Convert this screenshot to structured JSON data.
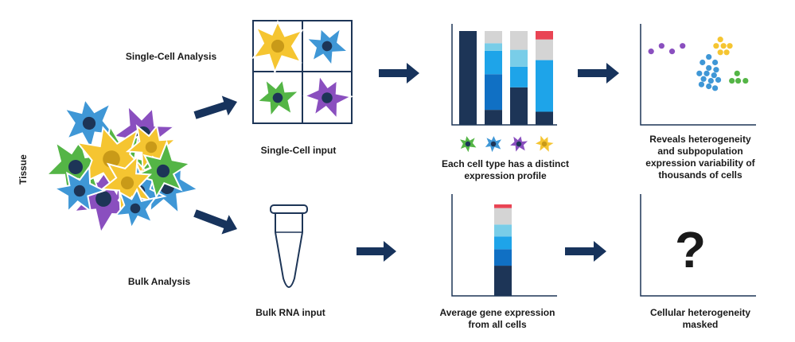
{
  "labels": {
    "tissue": "Tissue",
    "single_cell_analysis": "Single-Cell Analysis",
    "bulk_analysis": "Bulk Analysis",
    "single_cell_input": "Single-Cell input",
    "bulk_rna_input": "Bulk RNA input",
    "sc_profile_line1": "Each cell type has a distinct",
    "sc_profile_line2": "expression profile",
    "sc_result_line1": "Reveals heterogeneity",
    "sc_result_line2": "and subpopulation",
    "sc_result_line3": "expression variability of",
    "sc_result_line4": "thousands of cells",
    "bulk_profile_line1": "Average gene expression",
    "bulk_profile_line2": "from all cells",
    "bulk_result_line1": "Cellular heterogeneity",
    "bulk_result_line2": "masked",
    "question_mark": "?"
  },
  "colors": {
    "navy": "#1d3557",
    "arrow": "#17335c",
    "yellow": "#f5c531",
    "blue": "#3f97d6",
    "green": "#54b546",
    "purple": "#8a4fbf",
    "light_grey": "#d4d4d4",
    "light_blue": "#79cde8",
    "mid_blue": "#1ea4e9",
    "royal_blue": "#1070c4",
    "red": "#e94454"
  },
  "cell_types": [
    "green",
    "blue",
    "purple",
    "yellow"
  ],
  "chart_data": [
    {
      "type": "bar",
      "name_hint": "single-cell stacked bars",
      "categories": [
        "green",
        "blue",
        "purple",
        "yellow"
      ],
      "series": [
        {
          "color": "navy",
          "values": [
            100,
            16,
            40,
            14
          ]
        },
        {
          "color": "royal_blue",
          "values": [
            0,
            38,
            0,
            0
          ]
        },
        {
          "color": "mid_blue",
          "values": [
            0,
            25,
            22,
            55
          ]
        },
        {
          "color": "light_blue",
          "values": [
            0,
            8,
            18,
            0
          ]
        },
        {
          "color": "light_grey",
          "values": [
            0,
            13,
            20,
            22
          ]
        },
        {
          "color": "red",
          "values": [
            0,
            0,
            0,
            9
          ]
        }
      ],
      "ylim": [
        0,
        100
      ]
    },
    {
      "type": "bar",
      "name_hint": "bulk single stacked bar",
      "categories": [
        "all cells"
      ],
      "series": [
        {
          "color": "navy",
          "values": [
            33
          ]
        },
        {
          "color": "royal_blue",
          "values": [
            18
          ]
        },
        {
          "color": "mid_blue",
          "values": [
            14
          ]
        },
        {
          "color": "light_blue",
          "values": [
            13
          ]
        },
        {
          "color": "light_grey",
          "values": [
            18
          ]
        },
        {
          "color": "red",
          "values": [
            4
          ]
        }
      ],
      "ylim": [
        0,
        100
      ]
    },
    {
      "type": "scatter",
      "name_hint": "subpopulation clusters",
      "series": [
        {
          "color": "purple",
          "points": [
            [
              1,
              8
            ],
            [
              2,
              8.6
            ],
            [
              3,
              8
            ],
            [
              4,
              8.6
            ]
          ]
        },
        {
          "color": "yellow",
          "points": [
            [
              7.6,
              9.3
            ],
            [
              7.2,
              8.6
            ],
            [
              7.9,
              8.6
            ],
            [
              8.5,
              8.6
            ],
            [
              7.6,
              7.9
            ],
            [
              8.2,
              7.9
            ]
          ]
        },
        {
          "color": "blue",
          "points": [
            [
              6.5,
              7.4
            ],
            [
              7.1,
              6.8
            ],
            [
              5.9,
              6.8
            ],
            [
              6.5,
              6.2
            ],
            [
              7.2,
              6.0
            ],
            [
              5.6,
              5.6
            ],
            [
              6.3,
              5.6
            ],
            [
              7.0,
              5.4
            ],
            [
              6.0,
              5.0
            ],
            [
              6.7,
              4.8
            ],
            [
              7.4,
              4.9
            ],
            [
              5.8,
              4.4
            ],
            [
              6.5,
              4.2
            ],
            [
              7.1,
              4.0
            ]
          ]
        },
        {
          "color": "green",
          "points": [
            [
              9.2,
              5.6
            ],
            [
              8.7,
              4.8
            ],
            [
              9.3,
              4.8
            ],
            [
              10.0,
              4.8
            ]
          ]
        }
      ],
      "xlim": [
        0,
        11
      ],
      "ylim": [
        0,
        11
      ]
    }
  ]
}
